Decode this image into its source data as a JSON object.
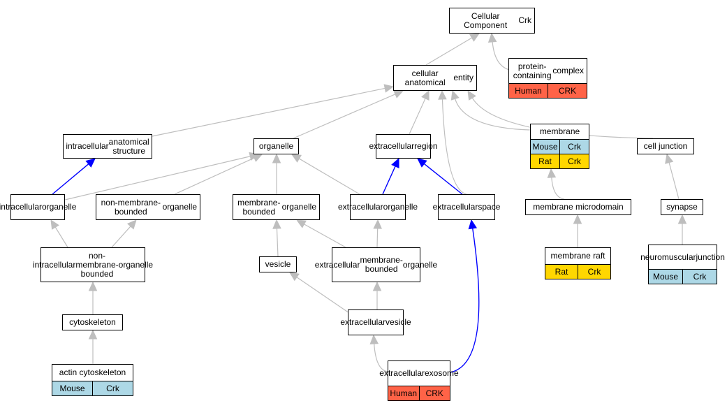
{
  "nodes": {
    "root": {
      "lines": [
        "Cellular Component",
        "Crk"
      ]
    },
    "cae": {
      "lines": [
        "cellular anatomical",
        "entity"
      ]
    },
    "pcc": {
      "lines": [
        "protein-containing",
        "complex"
      ],
      "rows": [
        {
          "species": "Human",
          "gene": "CRK",
          "color": "#ff6347"
        }
      ]
    },
    "ias": {
      "lines": [
        "intracellular",
        "anatomical structure"
      ]
    },
    "org": {
      "lines": [
        "organelle"
      ]
    },
    "exr": {
      "lines": [
        "extracellular",
        "region"
      ]
    },
    "mem": {
      "lines": [
        "membrane"
      ],
      "rows": [
        {
          "species": "Mouse",
          "gene": "Crk",
          "color": "#add8e6"
        },
        {
          "species": "Rat",
          "gene": "Crk",
          "color": "#ffd700"
        }
      ]
    },
    "cj": {
      "lines": [
        "cell junction"
      ]
    },
    "io": {
      "lines": [
        "intracellular",
        "organelle"
      ]
    },
    "nmbo": {
      "lines": [
        "non-membrane-bounded",
        "organelle"
      ]
    },
    "mbo": {
      "lines": [
        "membrane-bounded",
        "organelle"
      ]
    },
    "exo": {
      "lines": [
        "extracellular",
        "organelle"
      ]
    },
    "exs": {
      "lines": [
        "extracellular",
        "space"
      ]
    },
    "mmd": {
      "lines": [
        "membrane microdomain"
      ]
    },
    "syn": {
      "lines": [
        "synapse"
      ]
    },
    "inmbo": {
      "lines": [
        "intracellular",
        "non-membrane-bounded",
        "organelle"
      ]
    },
    "ves": {
      "lines": [
        "vesicle"
      ]
    },
    "embo": {
      "lines": [
        "extracellular",
        "membrane-bounded",
        "organelle"
      ]
    },
    "mr": {
      "lines": [
        "membrane raft"
      ],
      "rows": [
        {
          "species": "Rat",
          "gene": "Crk",
          "color": "#ffd700"
        }
      ]
    },
    "nmj": {
      "lines": [
        "neuromuscular",
        "junction"
      ],
      "rows": [
        {
          "species": "Mouse",
          "gene": "Crk",
          "color": "#add8e6"
        }
      ]
    },
    "cyt": {
      "lines": [
        "cytoskeleton"
      ]
    },
    "exv": {
      "lines": [
        "extracellular",
        "vesicle"
      ]
    },
    "acyt": {
      "lines": [
        "actin cytoskeleton"
      ],
      "rows": [
        {
          "species": "Mouse",
          "gene": "Crk",
          "color": "#add8e6"
        }
      ]
    },
    "exosome": {
      "lines": [
        "extracellular",
        "exosome"
      ],
      "rows": [
        {
          "species": "Human",
          "gene": "CRK",
          "color": "#ff6347"
        }
      ]
    }
  },
  "edges": [
    {
      "from": "cae",
      "to": "root",
      "kind": "is_a",
      "color": "#bebebe"
    },
    {
      "from": "pcc",
      "to": "root",
      "kind": "is_a",
      "color": "#bebebe"
    },
    {
      "from": "ias",
      "to": "cae",
      "kind": "is_a",
      "color": "#bebebe"
    },
    {
      "from": "org",
      "to": "cae",
      "kind": "is_a",
      "color": "#bebebe"
    },
    {
      "from": "exr",
      "to": "cae",
      "kind": "is_a",
      "color": "#bebebe"
    },
    {
      "from": "exs",
      "to": "cae",
      "kind": "is_a",
      "color": "#bebebe"
    },
    {
      "from": "mem",
      "to": "cae",
      "kind": "is_a",
      "color": "#bebebe"
    },
    {
      "from": "cj",
      "to": "cae",
      "kind": "is_a",
      "color": "#bebebe"
    },
    {
      "from": "io",
      "to": "ias",
      "kind": "part_of",
      "color": "#0000ff"
    },
    {
      "from": "io",
      "to": "org",
      "kind": "is_a",
      "color": "#bebebe"
    },
    {
      "from": "nmbo",
      "to": "org",
      "kind": "is_a",
      "color": "#bebebe"
    },
    {
      "from": "mbo",
      "to": "org",
      "kind": "is_a",
      "color": "#bebebe"
    },
    {
      "from": "exo",
      "to": "org",
      "kind": "is_a",
      "color": "#bebebe"
    },
    {
      "from": "exo",
      "to": "exr",
      "kind": "part_of",
      "color": "#0000ff"
    },
    {
      "from": "exs",
      "to": "exr",
      "kind": "part_of",
      "color": "#0000ff"
    },
    {
      "from": "mmd",
      "to": "mem",
      "kind": "is_a",
      "color": "#bebebe"
    },
    {
      "from": "syn",
      "to": "cj",
      "kind": "is_a",
      "color": "#bebebe"
    },
    {
      "from": "inmbo",
      "to": "io",
      "kind": "is_a",
      "color": "#bebebe"
    },
    {
      "from": "inmbo",
      "to": "nmbo",
      "kind": "is_a",
      "color": "#bebebe"
    },
    {
      "from": "ves",
      "to": "mbo",
      "kind": "is_a",
      "color": "#bebebe"
    },
    {
      "from": "embo",
      "to": "mbo",
      "kind": "is_a",
      "color": "#bebebe"
    },
    {
      "from": "embo",
      "to": "exo",
      "kind": "is_a",
      "color": "#bebebe"
    },
    {
      "from": "mr",
      "to": "mmd",
      "kind": "is_a",
      "color": "#bebebe"
    },
    {
      "from": "nmj",
      "to": "syn",
      "kind": "is_a",
      "color": "#bebebe"
    },
    {
      "from": "cyt",
      "to": "inmbo",
      "kind": "is_a",
      "color": "#bebebe"
    },
    {
      "from": "exv",
      "to": "ves",
      "kind": "is_a",
      "color": "#bebebe"
    },
    {
      "from": "exv",
      "to": "embo",
      "kind": "is_a",
      "color": "#bebebe"
    },
    {
      "from": "acyt",
      "to": "cyt",
      "kind": "is_a",
      "color": "#bebebe"
    },
    {
      "from": "exosome",
      "to": "exv",
      "kind": "is_a",
      "color": "#bebebe"
    },
    {
      "from": "exosome",
      "to": "exs",
      "kind": "part_of",
      "color": "#0000ff"
    }
  ]
}
